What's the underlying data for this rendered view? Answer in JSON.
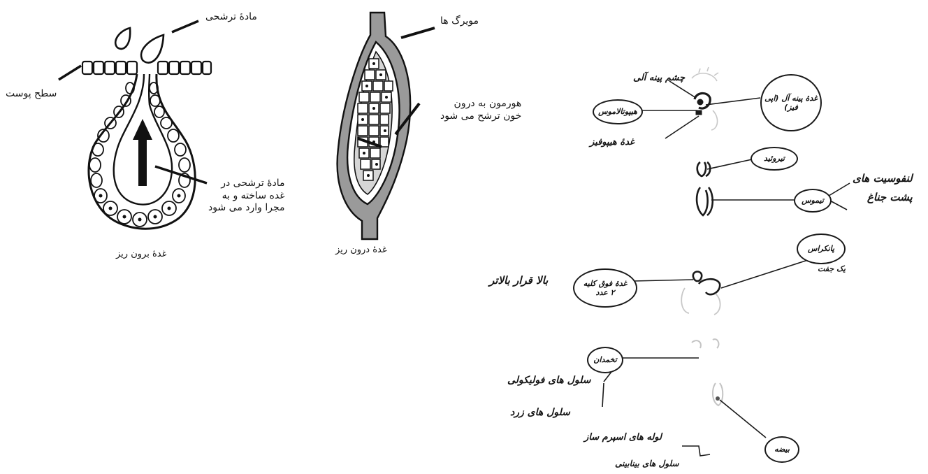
{
  "left_diagram": {
    "secretion_label": "مادهٔ ترشحی",
    "skin_surface_label": "سطح پوست",
    "inner_label_lines": [
      "مادهٔ ترشحی در",
      "غده ساخته و به",
      "مجرا وارد می شود"
    ],
    "caption": "غدهٔ برون ریز"
  },
  "middle_diagram": {
    "capillary_label": "مویرگ ها",
    "hormone_label_lines": [
      "هورمون به درون",
      "خون ترشح می شود"
    ],
    "caption": "غدهٔ درون ریز"
  },
  "right_diagram": {
    "pineal": "غدهٔ پینه آل (اپی فیز)",
    "third_eye": "چشم پینه آلی",
    "hypothalamus": "هیپوتالاموس",
    "pituitary": "غدهٔ هیپوفیز",
    "thyroid": "تیروئید",
    "thymus": "تیموس",
    "lymphocytes_lines": [
      "لنفوسیت های",
      "پشت جناغ"
    ],
    "pancreas": "پانکراس",
    "pancreas_note": "یک جفت",
    "adrenal_lines": [
      "غدهٔ فوق کلیه",
      "۲ عدد"
    ],
    "adrenal_note": "بالا قرار بالاتر",
    "ovary": "تخمدان",
    "ovary_note_1": "سلول های فولیکولی",
    "ovary_note_2": "سلول های زرد",
    "testis": "بیضه",
    "testis_note_1": "لوله های اسپرم ساز",
    "testis_note_2": "سلول های بینابینی"
  }
}
